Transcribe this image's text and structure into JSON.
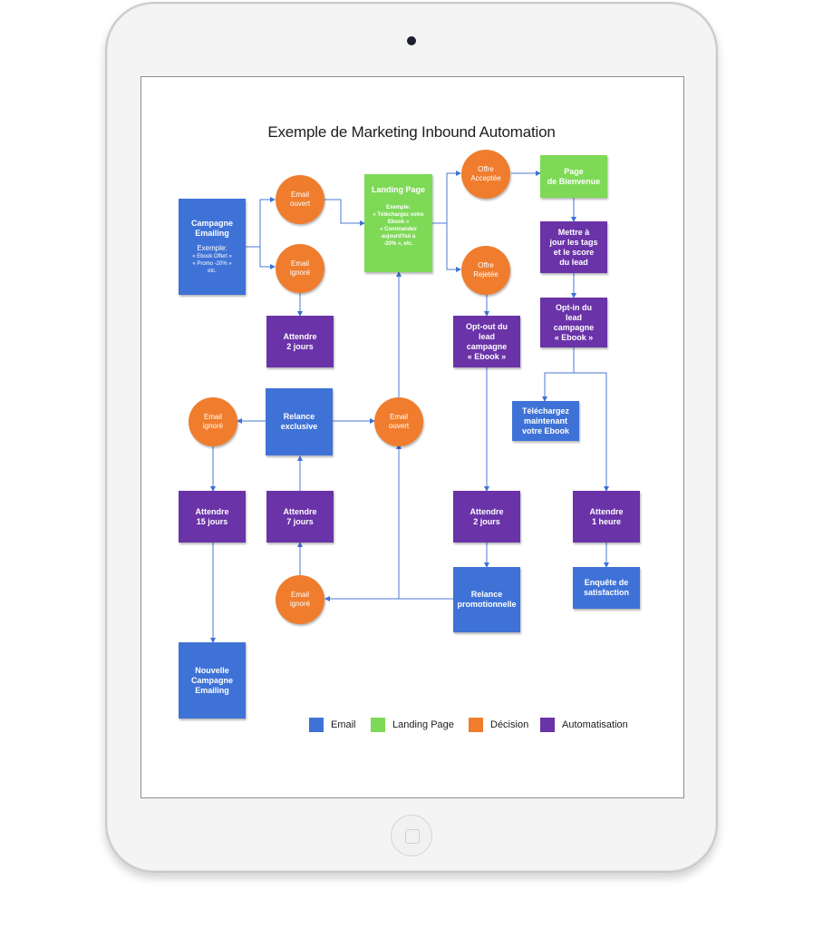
{
  "title": "Exemple de Marketing Inbound Automation",
  "colors": {
    "email": "#3f72d6",
    "landing_page": "#7ed957",
    "decision": "#ef7d2d",
    "automatisation": "#6a33a8"
  },
  "nodes": {
    "campagne": {
      "title": "Campagne\nEmailing",
      "sub": "Exemple:",
      "detail": "« Ebook Offert »\n« Promo -20% »\netc."
    },
    "email_ouvert_1": "Email\nouvert",
    "email_ignore_1": "Email\nignoré",
    "landing": {
      "title": "Landing Page",
      "detail": "Exemple:\n« Téléchargez votre\nEbook »\n« Commandez\naujourd'hui à\n-20% », etc."
    },
    "offre_acceptee": "Offre\nAcceptée",
    "offre_rejetee": "Offre\nRejetée",
    "page_bienvenue": "Page\nde Bienvenue",
    "mettre_a_jour": "Mettre à\njour les tags\net le score\ndu lead",
    "opt_in": "Opt-in du\nlead\ncampagne\n« Ebook »",
    "opt_out": "Opt-out du\nlead\ncampagne\n« Ebook »",
    "attendre_2j_a": "Attendre\n2 jours",
    "relance_exclusive": "Relance\nexclusive",
    "email_ignore_2": "Email\nignoré",
    "email_ouvert_2": "Email\nouvert",
    "telechargez": "Téléchargez\nmaintenant\nvotre Ebook",
    "attendre_15j": "Attendre\n15 jours",
    "attendre_7j": "Attendre\n7 jours",
    "attendre_2j_b": "Attendre\n2 jours",
    "attendre_1h": "Attendre\n1 heure",
    "enquete": "Enquête de\nsatisfaction",
    "email_ignore_3": "Email\nignoré",
    "relance_promo": "Relance\npromotionnelle",
    "nouvelle_campagne": "Nouvelle\nCampagne\nEmailing"
  },
  "legend": {
    "email": "Email",
    "landing_page": "Landing Page",
    "decision": "Décision",
    "automatisation": "Automatisation"
  }
}
